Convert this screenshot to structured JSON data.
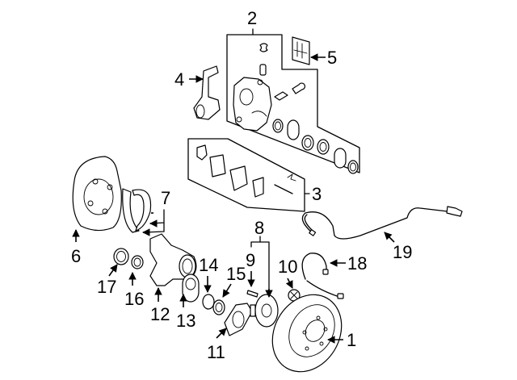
{
  "diagram": {
    "title": "Rear brake and hub components exploded view",
    "background": "#ffffff",
    "line_color": "#000000",
    "callouts": [
      {
        "id": "1",
        "label": "1",
        "part": "brake-rotor"
      },
      {
        "id": "2",
        "label": "2",
        "part": "caliper-assembly"
      },
      {
        "id": "3",
        "label": "3",
        "part": "brake-pad-set"
      },
      {
        "id": "4",
        "label": "4",
        "part": "caliper-bracket"
      },
      {
        "id": "5",
        "label": "5",
        "part": "caliper-repair-kit"
      },
      {
        "id": "6",
        "label": "6",
        "part": "backing-plate"
      },
      {
        "id": "7",
        "label": "7",
        "part": "parking-brake-shoes"
      },
      {
        "id": "8",
        "label": "8",
        "part": "hub-assembly"
      },
      {
        "id": "9",
        "label": "9",
        "part": "wheel-stud"
      },
      {
        "id": "10",
        "label": "10",
        "part": "hub-nut"
      },
      {
        "id": "11",
        "label": "11",
        "part": "dust-shield"
      },
      {
        "id": "12",
        "label": "12",
        "part": "knuckle"
      },
      {
        "id": "13",
        "label": "13",
        "part": "wheel-bearing"
      },
      {
        "id": "14",
        "label": "14",
        "part": "snap-ring"
      },
      {
        "id": "15",
        "label": "15",
        "part": "seal"
      },
      {
        "id": "16",
        "label": "16",
        "part": "inner-seal"
      },
      {
        "id": "17",
        "label": "17",
        "part": "outer-seal"
      },
      {
        "id": "18",
        "label": "18",
        "part": "brake-hose"
      },
      {
        "id": "19",
        "label": "19",
        "part": "abs-sensor"
      }
    ]
  }
}
